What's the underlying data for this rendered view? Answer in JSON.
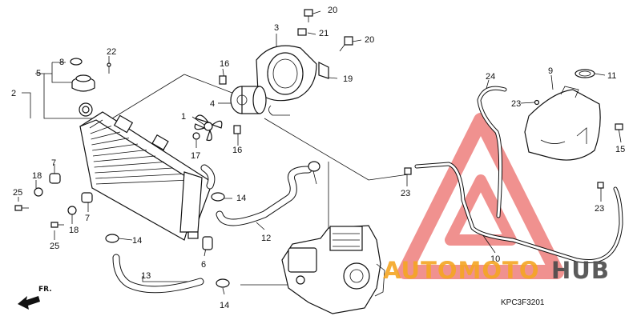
{
  "diagram": {
    "code": "KPC3F3201",
    "direction_label": "FR.",
    "callouts": [
      "20",
      "3",
      "21",
      "20",
      "16",
      "19",
      "22",
      "8",
      "5",
      "2",
      "4",
      "1",
      "17",
      "16",
      "9",
      "24",
      "11",
      "23",
      "15",
      "7",
      "18",
      "25",
      "7",
      "18",
      "25",
      "14",
      "14",
      "12",
      "23",
      "23",
      "10",
      "6",
      "13",
      "14"
    ]
  },
  "watermark": {
    "text_left": "AUTOMOTO",
    "text_right": "HUB",
    "color_left": "#f5a623",
    "color_right": "#4a4a4a",
    "logo_color": "#e53935"
  }
}
